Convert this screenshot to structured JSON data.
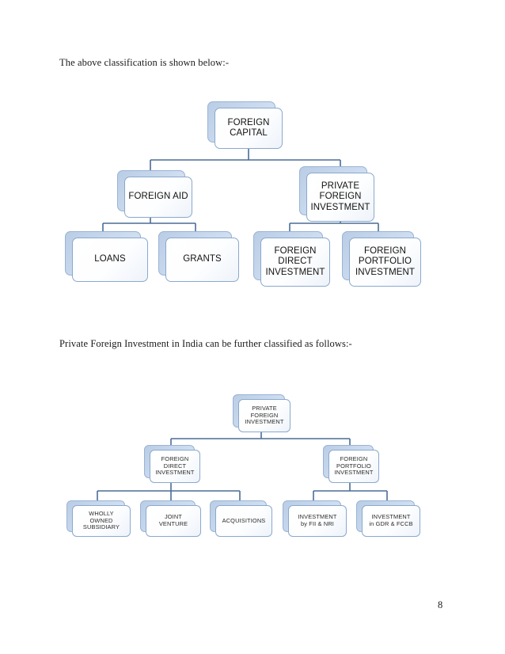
{
  "document": {
    "page_number": "8",
    "paragraphs": [
      "The above classification is shown below:-",
      "Private Foreign Investment in India can be further classified as follows:-"
    ]
  },
  "diagram_top": {
    "title": "Foreign Capital classification hierarchy",
    "nodes": {
      "root": "FOREIGN\nCAPITAL",
      "foreign_aid": "FOREIGN AID",
      "private_foreign_investment": "PRIVATE\nFOREIGN\nINVESTMENT",
      "loans": "LOANS",
      "grants": "GRANTS",
      "foreign_direct_investment": "FOREIGN\nDIRECT\nINVESTMENT",
      "foreign_portfolio_investment": "FOREIGN\nPORTFOLIO\nINVESTMENT"
    }
  },
  "diagram_bottom": {
    "title": "Private Foreign Investment classification hierarchy",
    "nodes": {
      "root": "PRIVATE\nFOREIGN\nINVESTMENT",
      "foreign_direct_investment": "FOREIGN\nDIRECT\nINVESTMENT",
      "foreign_portfolio_investment": "FOREIGN\nPORTFOLIO\nINVESTMENT",
      "wholly_owned_subsidiary": "WHOLLY\nOWNED\nSUBSIDIARY",
      "joint_venture": "JOINT\nVENTURE",
      "acquisitions": "ACQUISITIONS",
      "investment_fii_nri": "INVESTMENT\nby FII & NRI",
      "investment_gdr_fccb": "INVESTMENT\nin GDR & FCCB"
    }
  },
  "colors": {
    "connector": "#4a6d96",
    "node_border": "#8aa9cd",
    "node_plate": "#b9cde5",
    "text": "#111111"
  }
}
